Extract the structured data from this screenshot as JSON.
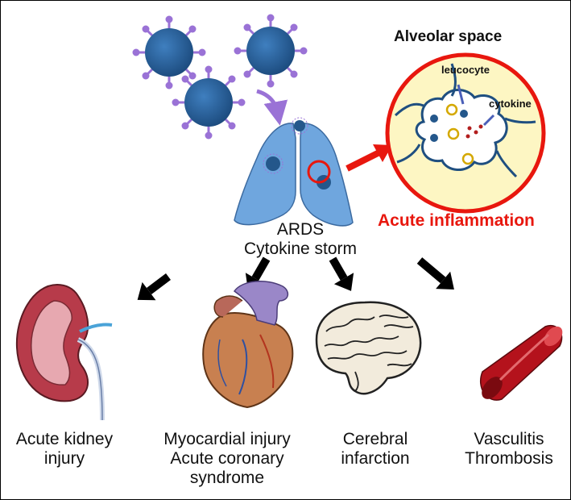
{
  "alveolar": {
    "title": "Alveolar space",
    "leucocyte": "leucocyte",
    "cytokine": "cytokine",
    "acute": "Acute inflammation"
  },
  "lungs": {
    "line1": "ARDS",
    "line2": "Cytokine storm"
  },
  "organs": [
    {
      "line1": "Acute kidney",
      "line2": "injury",
      "line3": ""
    },
    {
      "line1": "Myocardial injury",
      "line2": "Acute coronary",
      "line3": "syndrome"
    },
    {
      "line1": "Cerebral",
      "line2": "infarction",
      "line3": ""
    },
    {
      "line1": "Vasculitis",
      "line2": "Thrombosis",
      "line3": ""
    }
  ],
  "colors": {
    "virus": "#2b5f96",
    "spike": "#9a72d6",
    "lung": "#6fa6de",
    "inflammation": "#e8170e",
    "alveolus_fill": "#fdf6c3"
  }
}
